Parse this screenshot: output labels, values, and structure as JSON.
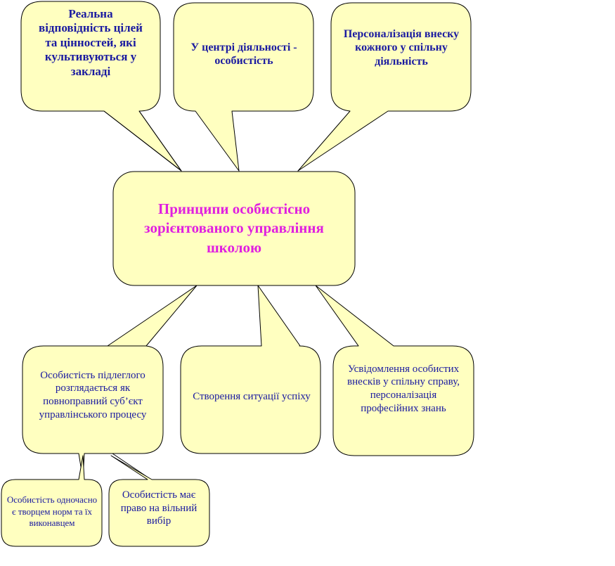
{
  "diagram": {
    "center": {
      "text": "Принципи особистісно зорієнтованого управління школою"
    },
    "top_nodes": [
      {
        "text": "Реальна відповідність цілей та цінностей, які культивуються у закладі"
      },
      {
        "text": "У центрі діяльності - особистість"
      },
      {
        "text": "Персоналізація внеску кожного у спільну діяльність"
      }
    ],
    "bottom_nodes": [
      {
        "text": "Особистість підлеглого розглядається як повноправний суб’єкт управлінського процесу"
      },
      {
        "text": "Створення ситуації успіху"
      },
      {
        "text": "Усвідомлення особистих внесків у спільну справу, персоналізація професійних знань"
      }
    ],
    "sub_nodes": [
      {
        "text": "Особистість одночасно є творцем норм та їх виконавцем"
      },
      {
        "text": "Особистість має право на вільний вибір"
      }
    ]
  },
  "colors": {
    "bubble_fill": "#ffffc0",
    "bubble_stroke": "#000000",
    "top_text": "#1a1aa0",
    "center_text": "#e020e0",
    "body_text": "#1a1aa0"
  }
}
